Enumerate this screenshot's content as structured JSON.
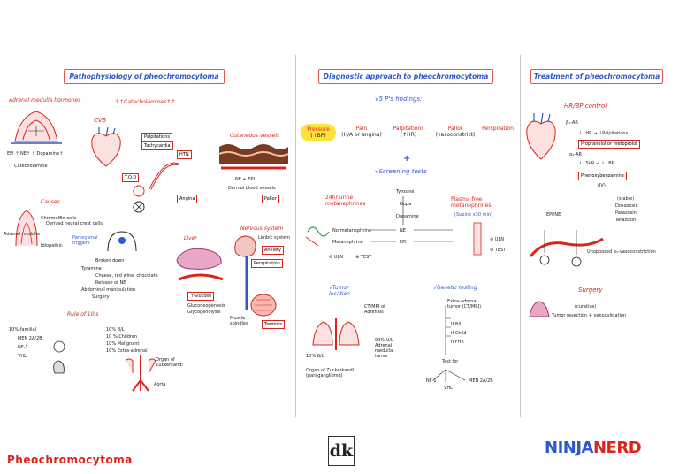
{
  "sections": {
    "patho_title": "Pathophysiology of pheochromocytoma",
    "diag_title": "Diagnostic approach to pheochromocytoma",
    "treat_title": "Treatment of pheochromocytoma"
  },
  "patho": {
    "adrenal_title": "Adrenal medulla hormones",
    "catecholamines": "↑↑Catecholamines↑↑",
    "hormones_line": "EPI ↑ NE↑ ↑ Dopamine↑",
    "cateco_small": "Catecholamine",
    "cvs": "CVS",
    "palpitations": "Palpitations",
    "tachycardia": "Tachycardia",
    "htn": "HTN",
    "tod": "T.O.D",
    "angina": "Angina",
    "cutaneous": "Cutaneous vessels",
    "ne_epi": "NE + EPI",
    "dermal": "Dermal blood vessels",
    "pallor": "Pallor",
    "causes": "Causes",
    "causes_items": [
      "Chromaffin cells",
      "Derived neural crest cells",
      "Adrenal medulla",
      "Idiopathic"
    ],
    "paroxysmal": "Paroxysmal triggers",
    "triggers": [
      "Broken down",
      "Tyramine",
      "Cheese, red wine, chocolate",
      "Release of NE",
      "Abdominal manipulation",
      "Surgery"
    ],
    "liver": "Liver",
    "glucose": "↑Glucose",
    "gluco_items": [
      "Gluconeogenesis",
      "Glycogenolysis"
    ],
    "nervous": "Nervous system",
    "limbic": "Limbic system",
    "anxiety": "Anxiety",
    "perspiration": "Perspiration",
    "tremors": "Tremors",
    "muscle": "Muscle spindles",
    "rule": "Rule of 10's",
    "rule_left": [
      "10% familial",
      "MEN 2A/2B",
      "NF-1",
      "VHL"
    ],
    "rule_right": [
      "10% B/L",
      "10 % Children",
      "10% Malignant",
      "10% Extra-adrenal"
    ],
    "zuck": "Organ of Zuckerkandl",
    "aorta": "Aorta"
  },
  "diag": {
    "five_p": "√5 P's findings:",
    "p_items": [
      {
        "label": "Pressure",
        "sub": "(↑BP)"
      },
      {
        "label": "Pain",
        "sub": "(H/A or angina)"
      },
      {
        "label": "Palpitations",
        "sub": "(↑HR)"
      },
      {
        "label": "Pallor",
        "sub": "(vasoconstrict)"
      },
      {
        "label": "Perspiration",
        "sub": ""
      }
    ],
    "screening": "√Screening tests",
    "urine": "24hr urine metanephrines",
    "plasma": "Plasma free metanephrines",
    "supine": "(Supine x30 min)",
    "pathway": [
      "Tyrosine",
      "Dopa",
      "Dopamine",
      "Normetanephrine",
      "Metanephrine",
      "NE",
      "EPI"
    ],
    "test_neg": "⊖ ULN",
    "test_pos": "⊕ TEST",
    "tumor_loc": "√Tumor location",
    "ct": "CT/MRI of Adrenals",
    "pct_90": "90% U/L Adrenal medulla tumor",
    "pct_10": "10% B/L",
    "zuck": "Organ of Zuckerkandl (paraganglioma)",
    "genetic": "√Genetic testing",
    "gen_items": [
      "Extra-adrenal tumor (CT/MRI)",
      "If B/L",
      "If Child",
      "If FHX"
    ],
    "test_for": "Test for",
    "gen_targets": [
      "NF-1",
      "VHL",
      "MEN 2A/2B"
    ]
  },
  "treat": {
    "hrbp": "HR/BP control",
    "beta": "β₁-AR",
    "beta_effect": "↓↓HR → ↓Palpitations",
    "propranolol": "Propranolol or metoprolol",
    "alpha": "α₁-AR",
    "alpha_effect": "↓↓SVR → ↓↓BP",
    "phenoxy": "Phenoxybenzamine",
    "iv": "(IV)",
    "stable": "(stable)",
    "stable_drugs": [
      "Doxazosin",
      "Parazosin",
      "Terazosin"
    ],
    "epi_ne": "EPI/NE",
    "unopposed": "Unopposed α₁-vasoconstriction",
    "surgery": "Surgery",
    "curative": "(curative)",
    "resection": "Tumor resection + venousligation"
  },
  "footer": {
    "title": "Pheochromocytoma",
    "logo_dk": "dk",
    "ninja": "NINJA",
    "nerd": "NERD"
  },
  "colors": {
    "accent": "#d9261c",
    "blue": "#2f59c9",
    "title_border": "#e0574a"
  }
}
